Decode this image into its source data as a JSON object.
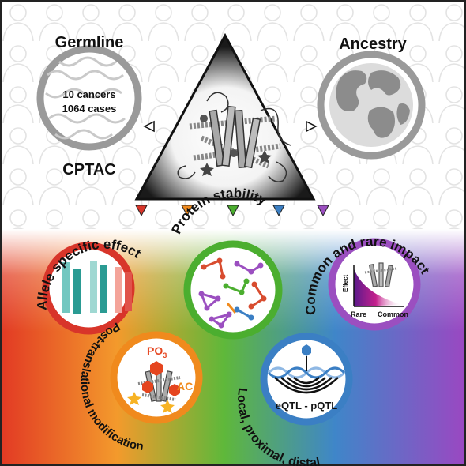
{
  "header": {
    "germline_title": "Germline",
    "cohort_line1": "10 cancers",
    "cohort_line2": "1064 cases",
    "cohort_source": "CPTAC",
    "ancestry_title": "Ancestry"
  },
  "modules": {
    "allele_specific": "Allele specific effect",
    "protein_stability": "Protein  stability",
    "common_rare": "Common and rare impact",
    "ptm": "Post-translational modification",
    "qtl": "Local, proximal, distal"
  },
  "inset_labels": {
    "effect": "Effect",
    "rare": "Rare",
    "common": "Common",
    "po3": "PO",
    "po3_sub": "3",
    "ac": "AC",
    "qtl": "eQTL - pQTL"
  },
  "colors": {
    "red": "#d8352a",
    "orange": "#f08a1d",
    "green": "#4bae2f",
    "blue": "#3b7fc4",
    "purple": "#9b4fc0",
    "grey_ring": "#9a9a9a"
  }
}
